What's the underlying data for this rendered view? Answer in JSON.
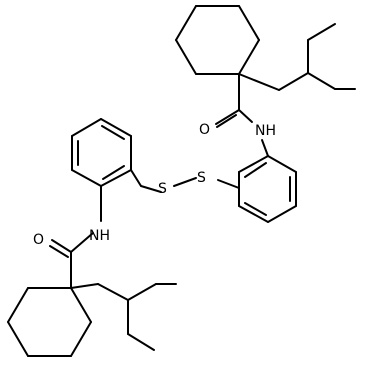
{
  "molecule": {
    "atom_labels": {
      "nh_top": "NH",
      "o_top": "O",
      "s_top": "S",
      "s_bottom": "S",
      "nh_bottom": "NH",
      "o_bottom": "O"
    },
    "colors": {
      "bond": "#000000",
      "label": "#000000",
      "background": "#ffffff"
    }
  }
}
